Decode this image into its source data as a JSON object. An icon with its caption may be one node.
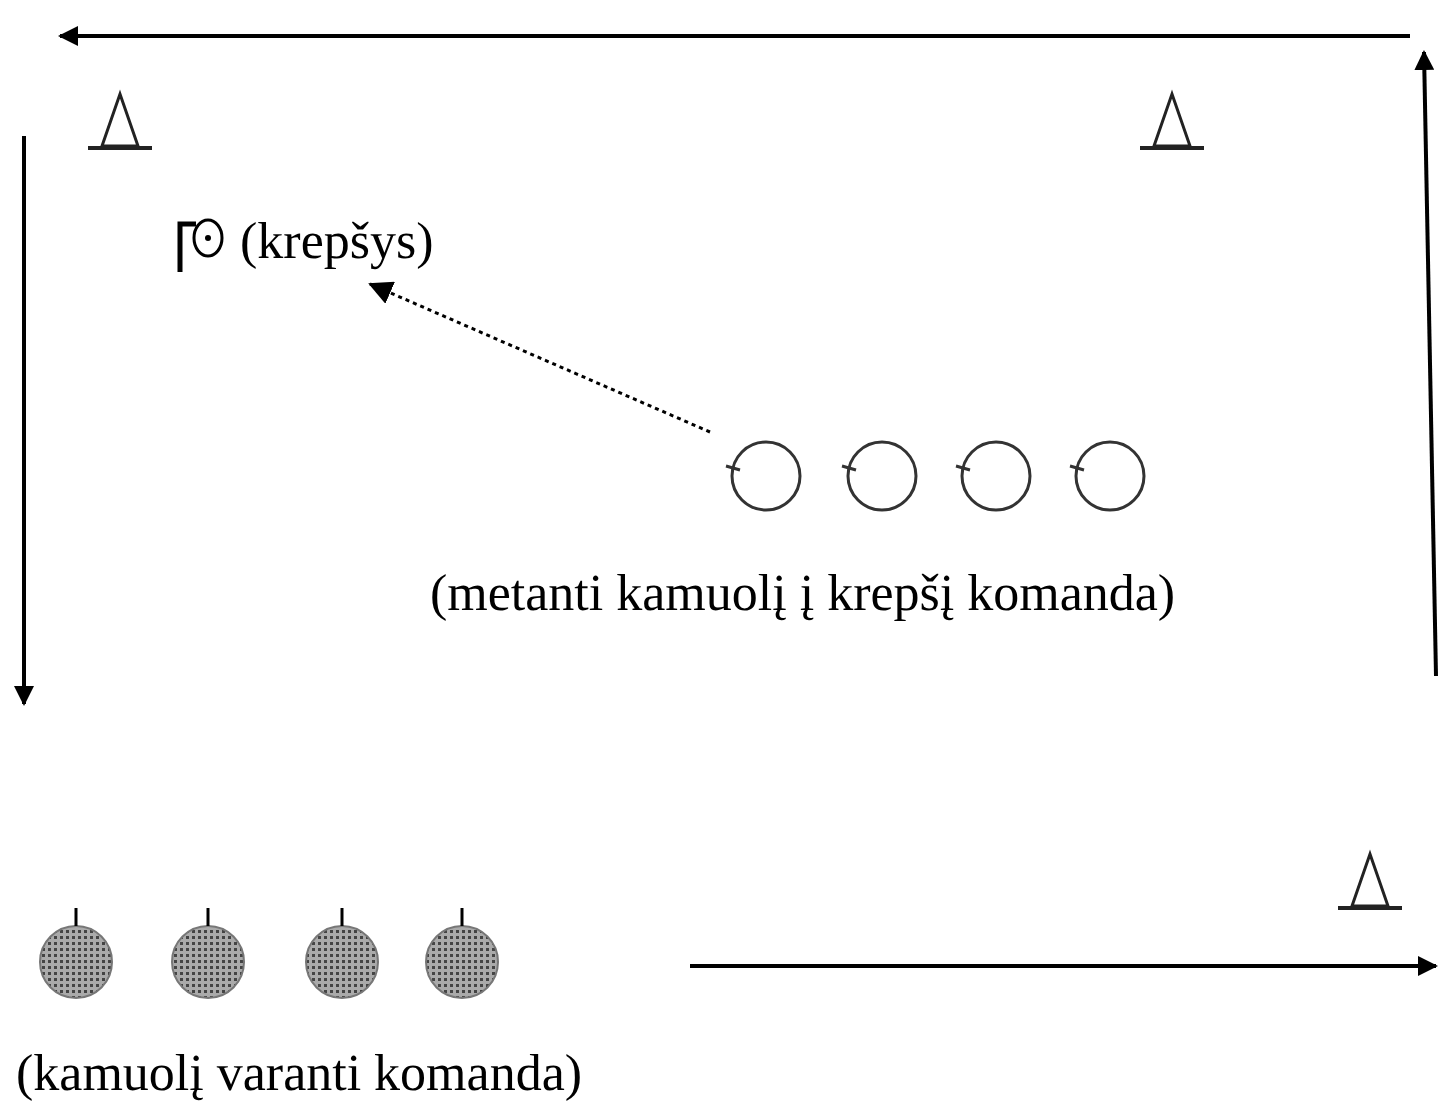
{
  "diagram": {
    "nodes": [
      {
        "text": [
          "(krepšys)"
        ]
      },
      {
        "text": [
          "(metanti kamuolį į krepšį komanda)"
        ]
      }
    ],
    "edges": [
      {
        "from": 1,
        "to": 0,
        "arrow": "to",
        "style": "dashed"
      }
    ],
    "labels": [
      "(kamuolį varanti komanda)"
    ]
  }
}
